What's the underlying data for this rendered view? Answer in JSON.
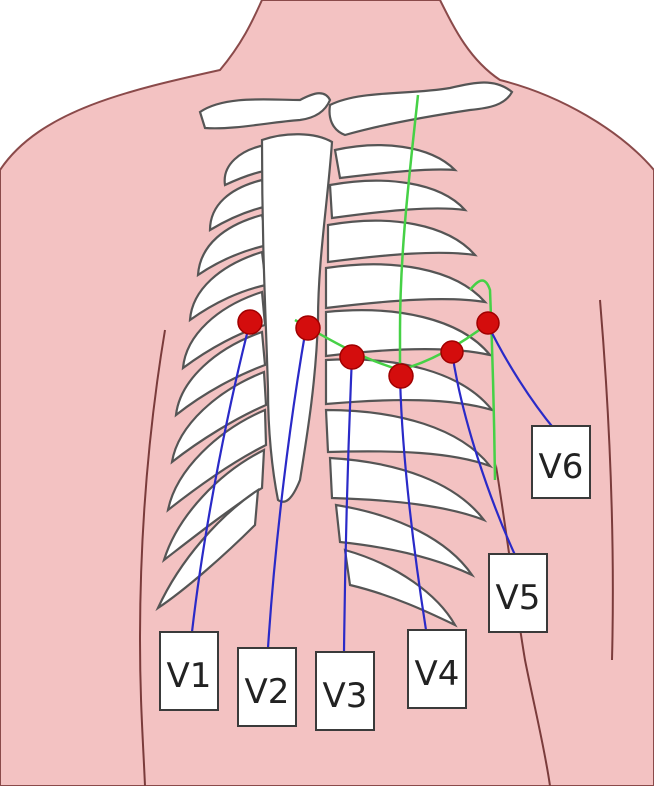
{
  "colors": {
    "skin": "#f3c2c2",
    "skin_outline": "#8a4a4a",
    "bone": "#ffffff",
    "bone_outline": "#555555",
    "electrode": "#d40d0d",
    "lead_wire": "#2a2ac8",
    "guide_line": "#46d146"
  },
  "leads": [
    {
      "id": "v1",
      "label": "V1"
    },
    {
      "id": "v2",
      "label": "V2"
    },
    {
      "id": "v3",
      "label": "V3"
    },
    {
      "id": "v4",
      "label": "V4"
    },
    {
      "id": "v5",
      "label": "V5"
    },
    {
      "id": "v6",
      "label": "V6"
    }
  ]
}
